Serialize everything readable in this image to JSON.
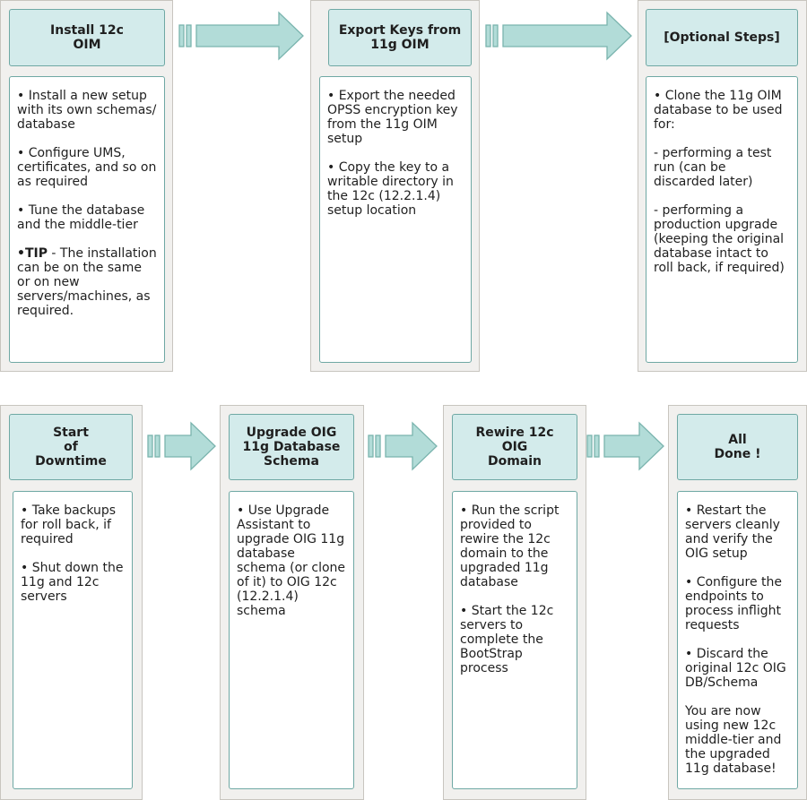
{
  "colors": {
    "panel": "#f1f0ee",
    "header_fill": "#d3ebeb",
    "teal_border": "#6fa8a4",
    "arrow_fill": "#b2dcd8",
    "arrow_stroke": "#7ab4ae"
  },
  "steps": [
    {
      "title": "Install 12c\nOIM",
      "items": [
        "• Install a new setup with its own schemas/ database",
        "• Configure UMS, certificates, and so on as required",
        "• Tune the database and the middle-tier"
      ],
      "tip_label": "•TIP",
      "tip_text": " - The installation can be on the same or on new servers/machines, as required."
    },
    {
      "title": "Export Keys from\n11g OIM",
      "items": [
        "• Export the needed OPSS encryption key from the 11g OIM setup",
        "• Copy the key to a writable directory in the 12c (12.2.1.4) setup location"
      ]
    },
    {
      "title": "[Optional Steps]",
      "items": [
        "• Clone the 11g OIM database to be used for:",
        "- performing a test run (can be discarded later)",
        "- performing a production upgrade (keeping the original database intact to roll back, if required)"
      ]
    },
    {
      "title": "Start\nof\nDowntime",
      "items": [
        "• Take backups for roll back, if required",
        "• Shut down the 11g and 12c servers"
      ]
    },
    {
      "title": "Upgrade OIG\n11g Database\nSchema",
      "items": [
        "• Use Upgrade Assistant to upgrade OIG 11g database schema (or clone of it) to OIG 12c (12.2.1.4) schema"
      ]
    },
    {
      "title": "Rewire 12c\nOIG\nDomain",
      "items": [
        "• Run the script provided to rewire the 12c domain to the upgraded 11g database",
        "• Start the 12c servers to complete the BootStrap process"
      ]
    },
    {
      "title": "All\nDone !",
      "items": [
        "• Restart the servers cleanly and verify the OIG setup",
        "• Configure the endpoints to process inflight requests",
        "• Discard the original 12c OIG DB/Schema",
        "You are now using new 12c middle-tier and the upgraded 11g database!"
      ]
    }
  ]
}
